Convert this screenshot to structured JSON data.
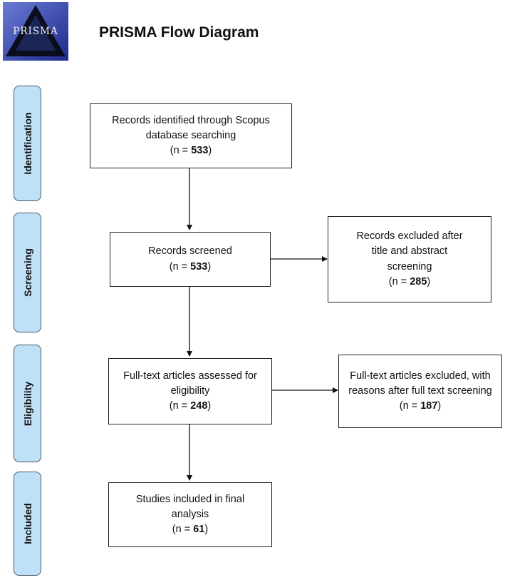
{
  "header": {
    "logo_text": "PRISMA",
    "title": "PRISMA Flow Diagram"
  },
  "stages": {
    "identification": "Identification",
    "screening": "Screening",
    "eligibility": "Eligibility",
    "included": "Included"
  },
  "boxes": {
    "identified": {
      "text": "Records identified through Scopus database searching",
      "n_prefix": "(n = ",
      "n_value": "533",
      "n_suffix": ")"
    },
    "screened": {
      "text": "Records screened",
      "n_prefix": "(n = ",
      "n_value": "533",
      "n_suffix": ")"
    },
    "excluded_screening": {
      "text": "Records excluded after title and abstract screening",
      "n_prefix": "(n = ",
      "n_value": "285",
      "n_suffix": ")"
    },
    "eligibility": {
      "text": "Full-text articles assessed for eligibility",
      "n_prefix": "(n = ",
      "n_value": "248",
      "n_suffix": ")"
    },
    "excluded_fulltext": {
      "text": "Full-text articles excluded, with reasons after full text screening",
      "n_prefix": "(n = ",
      "n_value": "187",
      "n_suffix": ")"
    },
    "included": {
      "text": "Studies included in final analysis",
      "n_prefix": "(n = ",
      "n_value": "61",
      "n_suffix": ")"
    }
  }
}
